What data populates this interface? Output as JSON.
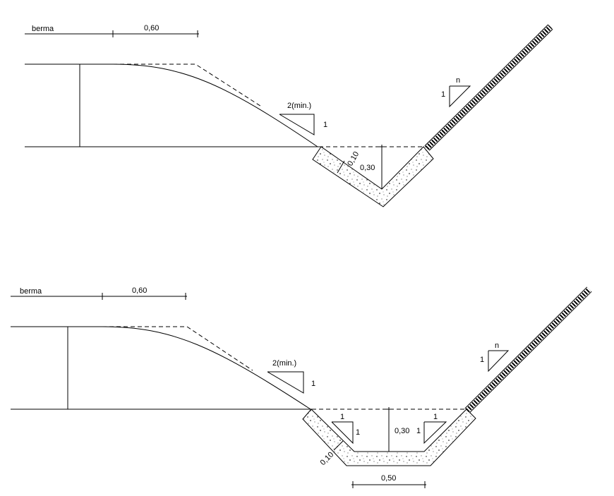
{
  "top_section": {
    "berma_label": "berma",
    "berm_width": "0,60",
    "slope_ratio_horizontal": "2(min.)",
    "slope_ratio_vertical": "1",
    "cut_slope_vertical": "1",
    "cut_slope_horizontal": "n",
    "lining_thickness": "0,10",
    "channel_depth": "0,30"
  },
  "bottom_section": {
    "berma_label": "berma",
    "berm_width": "0,60",
    "slope_ratio_horizontal": "2(min.)",
    "slope_ratio_vertical": "1",
    "cut_slope_vertical": "1",
    "cut_slope_horizontal": "n",
    "lining_thickness": "0,10",
    "channel_depth": "0,30",
    "left_side_slope_h": "1",
    "left_side_slope_v": "1",
    "right_side_slope_h": "1",
    "right_side_slope_v": "1",
    "bottom_width": "0,50"
  },
  "colors": {
    "line": "#000000",
    "background": "#ffffff"
  }
}
